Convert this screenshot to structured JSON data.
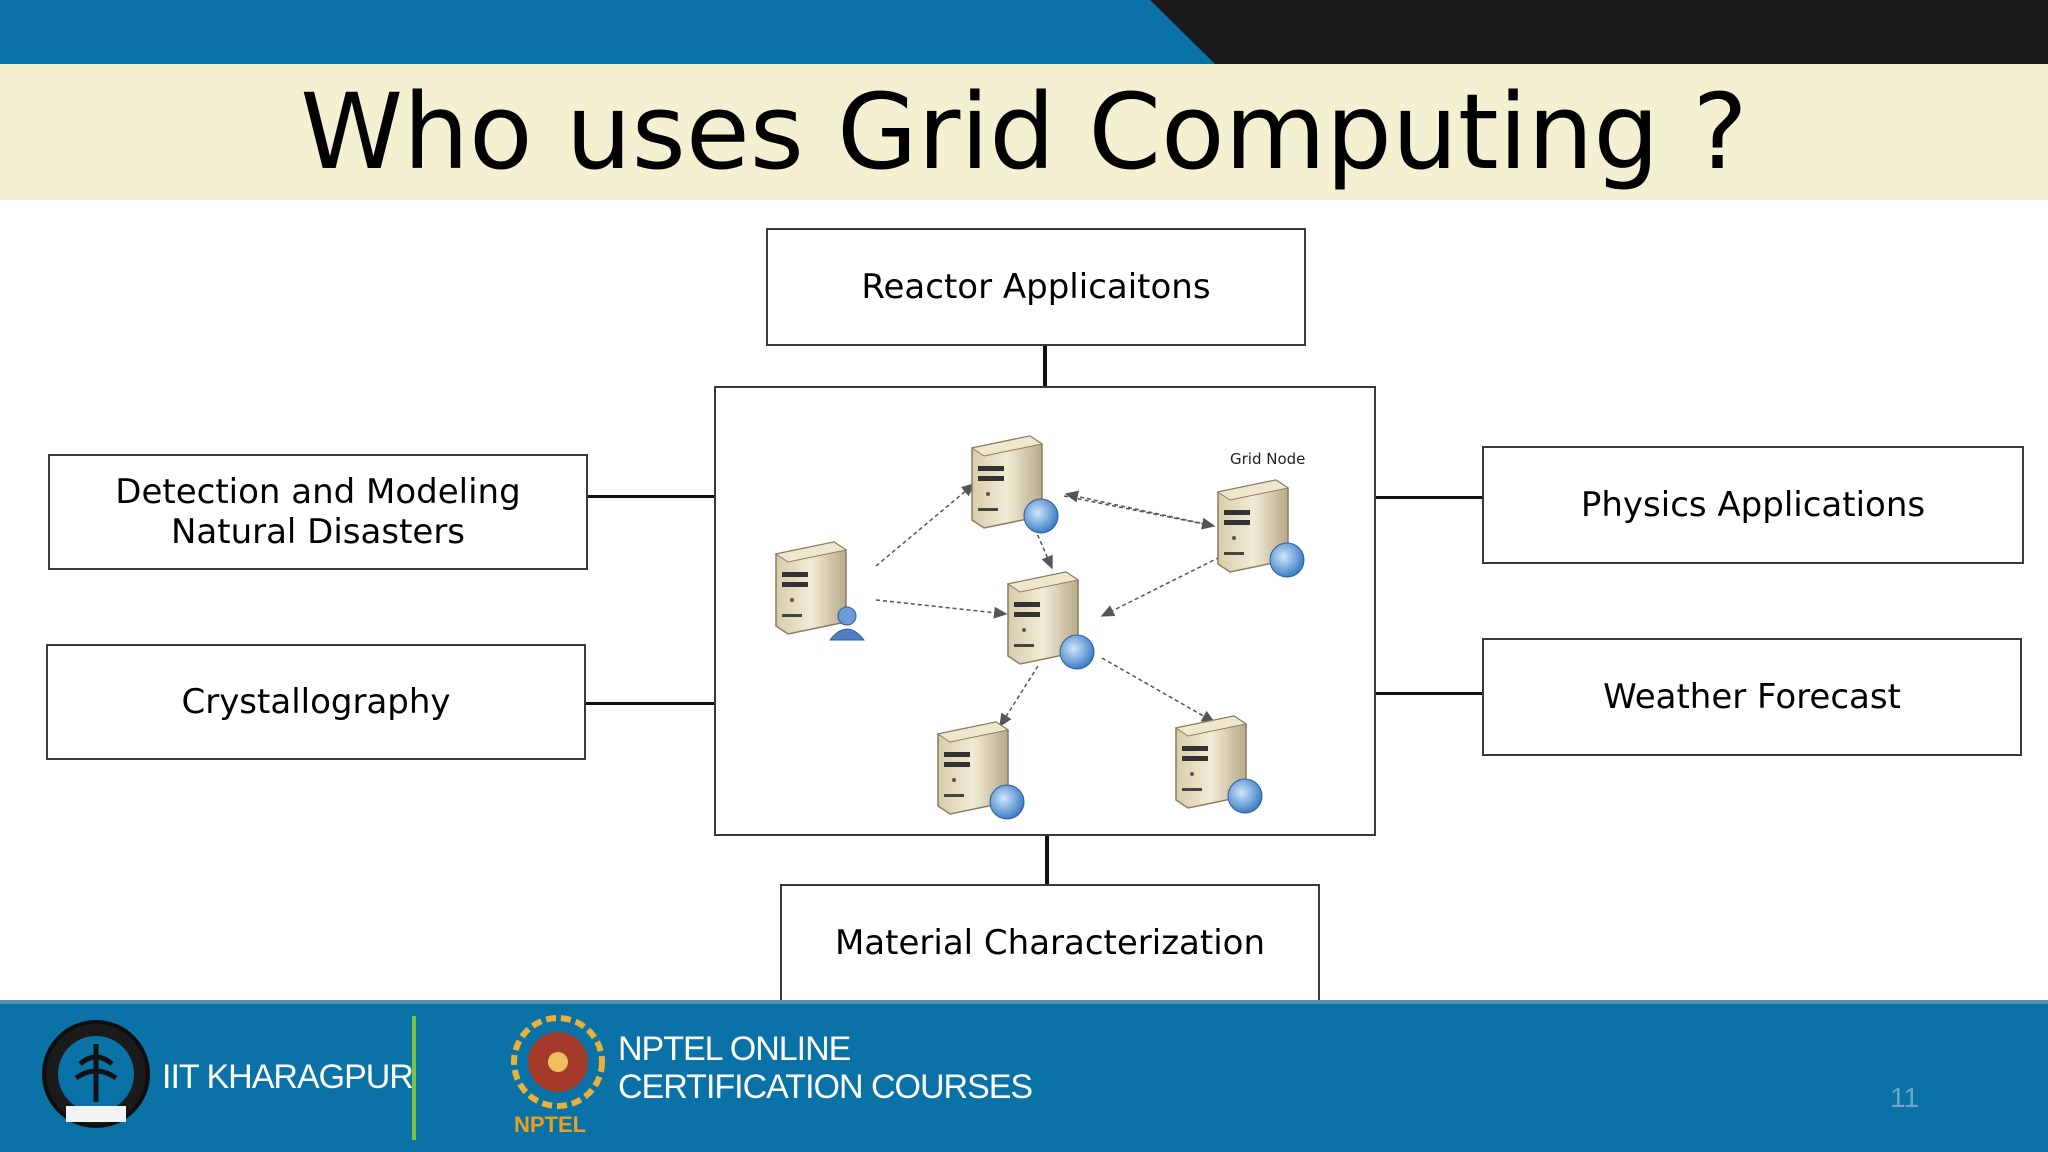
{
  "slide": {
    "title": "Who uses Grid Computing ?",
    "page_number": "11"
  },
  "diagram": {
    "top": "Reactor Applicaitons",
    "left_top": "Detection and Modeling\nNatural Disasters",
    "left_bottom": "Crystallography",
    "right_top": "Physics Applications",
    "right_bottom": "Weather Forecast",
    "bottom": "Material Characterization",
    "center_label": "Grid Node"
  },
  "footer": {
    "institute": "IIT KHARAGPUR",
    "nptel_line1": "NPTEL ONLINE",
    "nptel_line2": "CERTIFICATION COURSES",
    "nptel_logo_text": "NPTEL"
  },
  "colors": {
    "header_blue": "#0a72a6",
    "header_dark": "#1a1a1a",
    "title_band": "#f4f1d2",
    "footer_blue": "#0a72a6"
  }
}
